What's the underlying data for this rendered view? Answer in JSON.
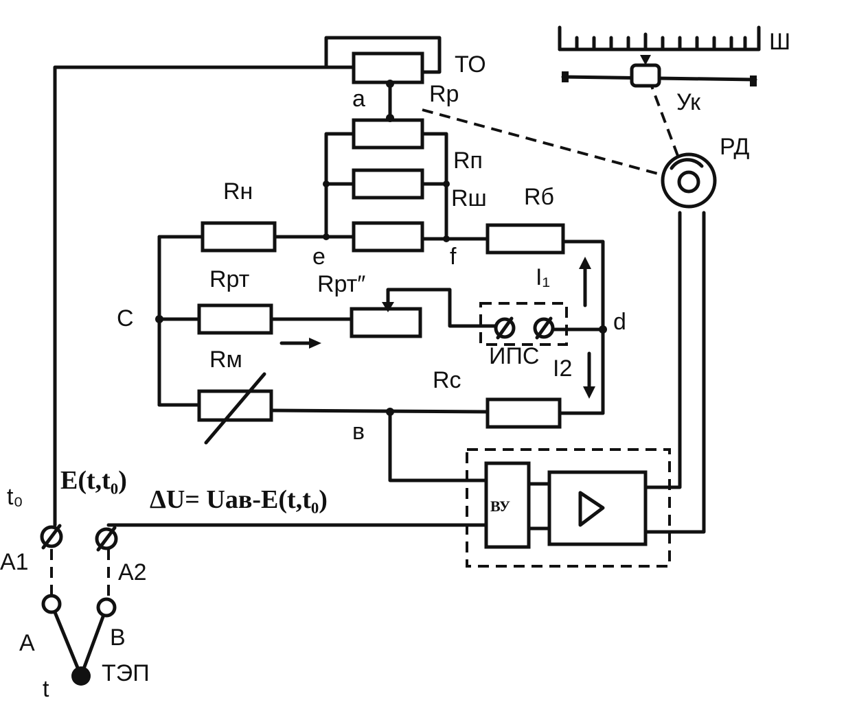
{
  "labels": {
    "to": "ТО",
    "rp": "Rp",
    "a": "a",
    "rn": "Rп",
    "rsh": "Rш",
    "rh": "Rн",
    "rb": "Rб",
    "e": "e",
    "f": "f",
    "rpt": "Rрт",
    "rpt2": "Rрт″",
    "i1": "I₁",
    "c": "C",
    "d": "d",
    "ips": "ИПС",
    "i2": "I2",
    "rm": "Rм",
    "rc": "Rc",
    "b": "в",
    "sh": "Ш",
    "uk": "Ук",
    "rd": "РД",
    "vu": "ВУ",
    "t0": "t₀",
    "e_ttt": "E(t,t₀)",
    "du": "ΔU= Uав-E(t,t₀)",
    "a1": "A1",
    "a2": "A2",
    "A": "A",
    "B": "B",
    "tep": "ТЭП",
    "t": "t"
  }
}
